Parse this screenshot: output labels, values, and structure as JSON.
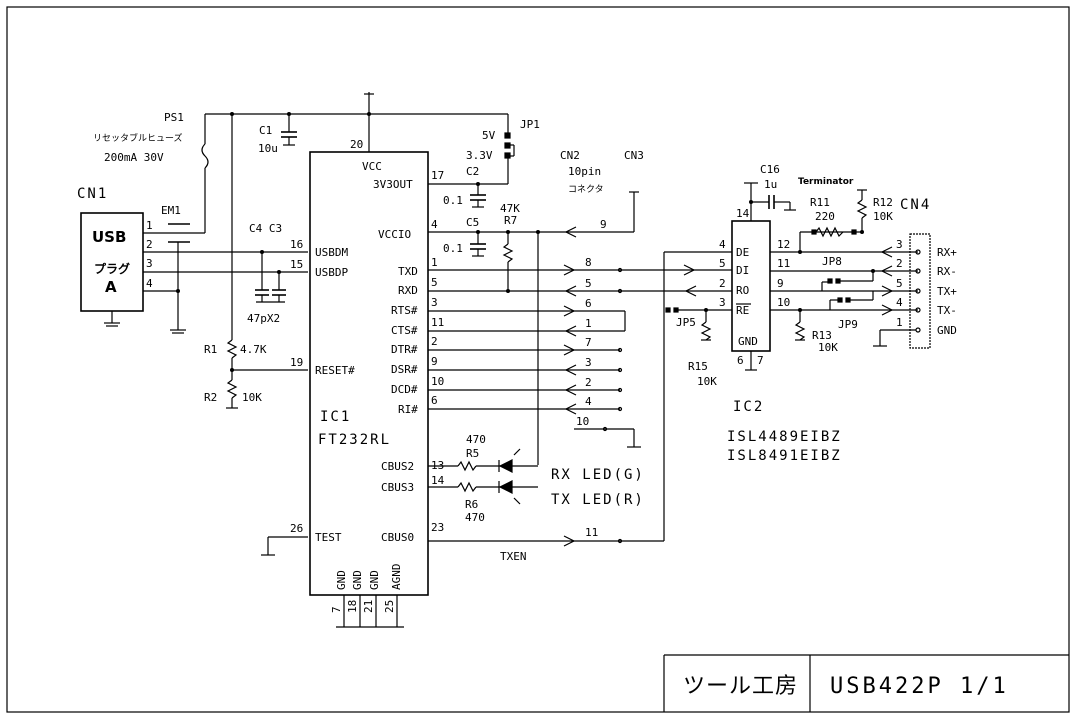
{
  "title_block": {
    "company": "ツール工房",
    "drawing": "USB422P  1/1"
  },
  "usb": {
    "cn1": "CN1",
    "usb": "USB",
    "plug": "プラグ",
    "a": "A",
    "ps1": "PS1",
    "fuse": "リセッタブルヒューズ",
    "fuse_rating": "200mA 30V",
    "em1": "EM1",
    "pins": [
      "1",
      "2",
      "3",
      "4"
    ]
  },
  "caps": {
    "c1": "C1",
    "c1v": "10u",
    "c4c3": "C4 C3",
    "c43v": "47pX2",
    "c2": "C2",
    "c2v": "0.1",
    "c5": "C5",
    "c5v": "0.1",
    "c16": "C16",
    "c16v": "1u"
  },
  "res": {
    "r1": "R1",
    "r1v": "4.7K",
    "r2": "R2",
    "r2v": "10K",
    "r7": "R7",
    "r7v": "47K",
    "r5": "R5",
    "r5v": "470",
    "r6": "R6",
    "r6v": "470",
    "r11": "R11",
    "r11v": "220",
    "r12": "R12",
    "r12v": "10K",
    "r13": "R13",
    "r13v": "10K",
    "r15": "R15",
    "r15v": "10K",
    "terminator": "Terminator"
  },
  "jp": {
    "jp1": "JP1",
    "v5": "5V",
    "v33": "3.3V",
    "jp5": "JP5",
    "jp8": "JP8",
    "jp9": "JP9"
  },
  "ic1": {
    "ref": "IC1",
    "part": "FT232RL",
    "left_pins": [
      {
        "num": "16",
        "name": "USBDM"
      },
      {
        "num": "15",
        "name": "USBDP"
      },
      {
        "num": "19",
        "name": "RESET#"
      },
      {
        "num": "26",
        "name": "TEST"
      }
    ],
    "right_pins": [
      {
        "num": "17",
        "name": "3V3OUT"
      },
      {
        "num": "4",
        "name": "VCCIO"
      },
      {
        "num": "1",
        "name": "TXD"
      },
      {
        "num": "5",
        "name": "RXD"
      },
      {
        "num": "3",
        "name": "RTS#"
      },
      {
        "num": "11",
        "name": "CTS#"
      },
      {
        "num": "2",
        "name": "DTR#"
      },
      {
        "num": "9",
        "name": "DSR#"
      },
      {
        "num": "10",
        "name": "DCD#"
      },
      {
        "num": "6",
        "name": "RI#"
      },
      {
        "num": "13",
        "name": "CBUS2"
      },
      {
        "num": "14",
        "name": "CBUS3"
      },
      {
        "num": "23",
        "name": "CBUS0"
      }
    ],
    "top": {
      "num": "20",
      "name": "VCC"
    },
    "bottom": [
      {
        "num": "7",
        "name": "GND"
      },
      {
        "num": "18",
        "name": "GND"
      },
      {
        "num": "21",
        "name": "GND"
      },
      {
        "num": "25",
        "name": "AGND"
      }
    ]
  },
  "cn23": {
    "cn2": "CN2",
    "cn3": "CN3",
    "pin10": "10pin",
    "connector": "コネクタ",
    "pins": [
      "9",
      "8",
      "5",
      "6",
      "1",
      "7",
      "3",
      "2",
      "4",
      "10",
      "11"
    ]
  },
  "leds": {
    "rx": "RX LED(G)",
    "tx": "TX LED(R)",
    "txen": "TXEN"
  },
  "ic2": {
    "ref": "IC2",
    "part1": "ISL4489EIBZ",
    "part2": "ISL8491EIBZ",
    "top": "14",
    "bottom1": "6",
    "bottom2": "7",
    "gnd": "GND",
    "left_pins": [
      {
        "num": "4",
        "name": "DE"
      },
      {
        "num": "5",
        "name": "DI"
      },
      {
        "num": "2",
        "name": "RO"
      },
      {
        "num": "3",
        "name": "RE"
      }
    ],
    "right_pins": [
      "12",
      "11",
      "9",
      "10"
    ]
  },
  "cn4": {
    "ref": "CN4",
    "pins": [
      {
        "num": "3",
        "name": "RX+"
      },
      {
        "num": "2",
        "name": "RX-"
      },
      {
        "num": "5",
        "name": "TX+"
      },
      {
        "num": "4",
        "name": "TX-"
      },
      {
        "num": "1",
        "name": "GND"
      }
    ]
  }
}
